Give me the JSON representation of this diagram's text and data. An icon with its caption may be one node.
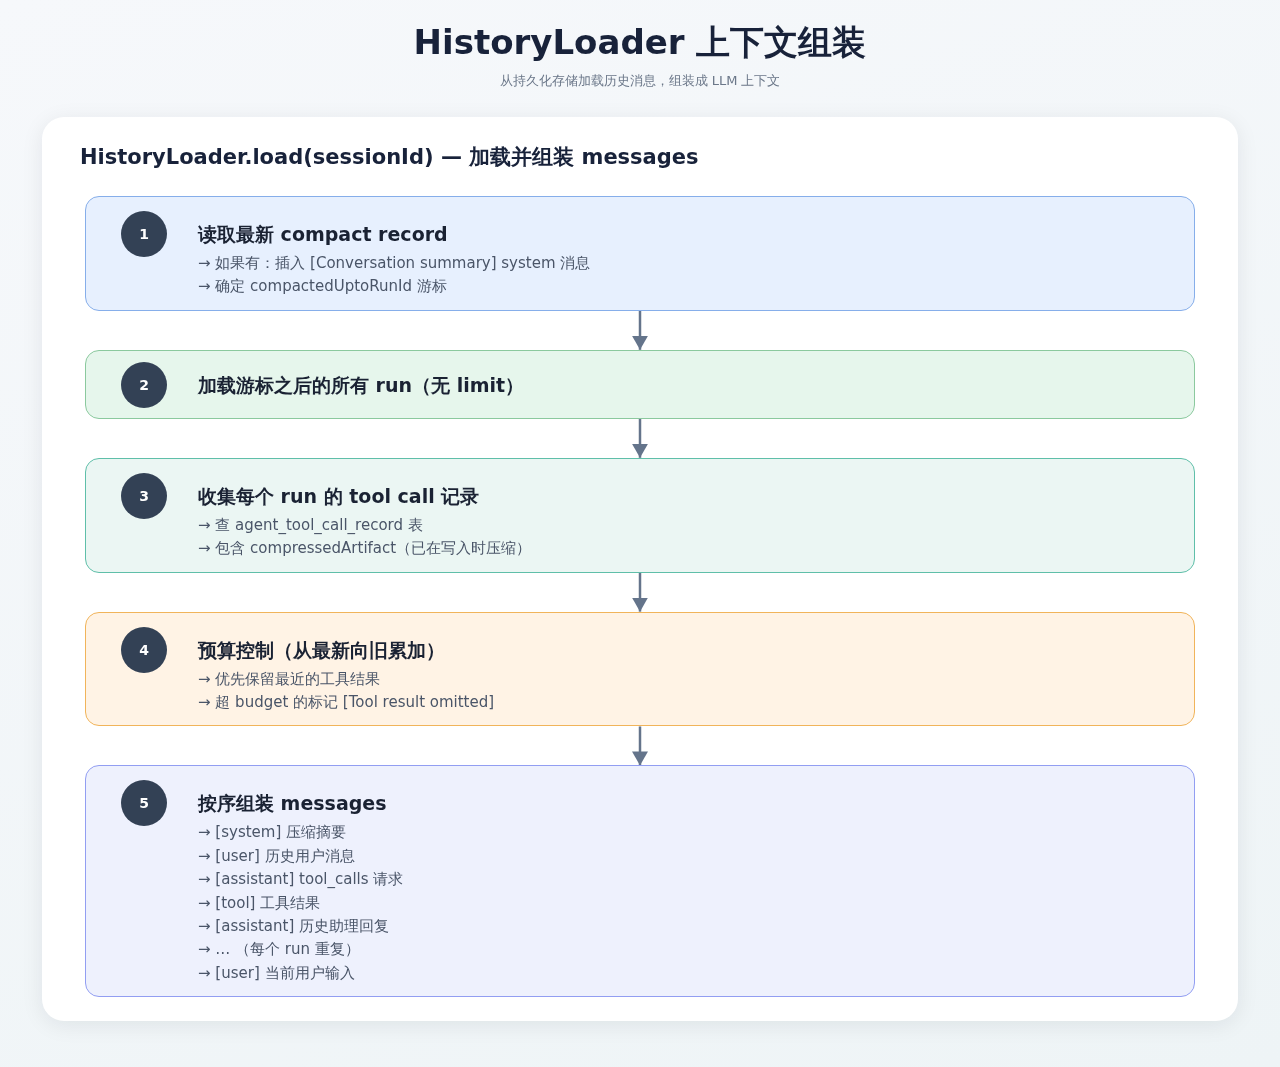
{
  "diagram": {
    "title": "HistoryLoader 上下文组装",
    "nodes": [
      {
        "text": [
          "HistoryLoader.load(sessionId) — 加载并组装 messages"
        ]
      },
      {
        "text": [
          "读取最新 compact record",
          "→ 如果有：插入 [Conversation summary] system 消息",
          "→ 确定 compactedUptoRunId 游标"
        ],
        "in": 0
      },
      {
        "text": [
          "1"
        ],
        "in": 1
      },
      {
        "text": [
          "加载游标之后的所有 run（无 limit）"
        ],
        "in": 0
      },
      {
        "text": [
          "2"
        ],
        "in": 3
      },
      {
        "text": [
          "收集每个 run 的 tool call 记录",
          "→ 查 agent_tool_call_record 表",
          "→ 包含 compressedArtifact（已在写入时压缩）"
        ],
        "in": 0
      },
      {
        "text": [
          "3"
        ],
        "in": 5
      },
      {
        "text": [
          "预算控制（从最新向旧累加）",
          "→ 优先保留最近的工具结果",
          "→ 超 budget 的标记 [Tool result omitted]"
        ],
        "in": 0
      },
      {
        "text": [
          "4"
        ],
        "in": 7
      },
      {
        "text": [
          "按序组装 messages",
          "→ [system] 压缩摘要",
          "→ [user] 历史用户消息",
          "→ [assistant] tool_calls 请求",
          "→ [tool] 工具结果",
          "→ [assistant] 历史助理回复",
          "→ … （每个 run 重复）",
          "→ [user] 当前用户输入"
        ],
        "in": 0
      },
      {
        "text": [
          "5"
        ],
        "in": 9
      }
    ],
    "edges": [
      {
        "from": 1,
        "to": 3,
        "arrow": "to"
      },
      {
        "from": 3,
        "to": 5,
        "arrow": "to"
      },
      {
        "from": 5,
        "to": 7,
        "arrow": "to"
      },
      {
        "from": 7,
        "to": 9,
        "arrow": "to"
      }
    ],
    "labels": [
      "从持久化存储加载历史消息，组装成 LLM 上下文"
    ]
  }
}
